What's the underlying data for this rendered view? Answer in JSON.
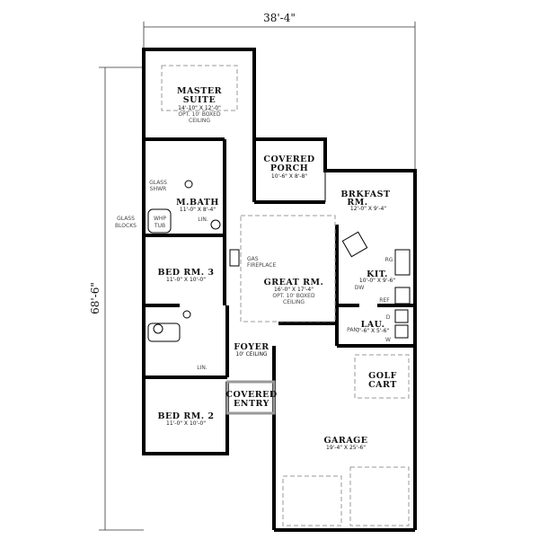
{
  "dimensions": {
    "width": "38'-4\"",
    "depth": "68'-6\""
  },
  "rooms": {
    "master_suite": {
      "name1": "MASTER",
      "name2": "SUITE",
      "size": "14'-10\" X 12'-0\"",
      "note1": "OPT. 10' BOXED",
      "note2": "CEILING"
    },
    "covered_porch": {
      "name1": "COVERED",
      "name2": "PORCH",
      "size": "10'-6\" X 8'-8\""
    },
    "brkfast": {
      "name1": "BRKFAST",
      "name2": "RM.",
      "size": "12'-0\" X 9'-4\""
    },
    "m_bath": {
      "name": "M.BATH",
      "size": "11'-0\" X 8'-4\""
    },
    "glass_shwr": {
      "l1": "GLASS",
      "l2": "SHWR"
    },
    "whp_tub": {
      "l1": "WHP",
      "l2": "TUB"
    },
    "glass_blocks": {
      "l1": "GLASS",
      "l2": "BLOCKS"
    },
    "bed_3": {
      "name": "BED RM. 3",
      "size": "11'-0\" X 10'-0\""
    },
    "gas_fireplace": {
      "l1": "GAS",
      "l2": "FIREPLACE"
    },
    "great_rm": {
      "name": "GREAT RM.",
      "size": "16'-0\" X 17'-4\"",
      "note1": "OPT. 10' BOXED",
      "note2": "CEILING"
    },
    "kit": {
      "name": "KIT.",
      "size": "10'-0\" X 9'-6\""
    },
    "lau": {
      "name": "LAU.",
      "size": "7'-6\" X 5'-6\""
    },
    "foyer": {
      "name": "FOYER",
      "note": "10' CEILING"
    },
    "covered_entry": {
      "name1": "COVERED",
      "name2": "ENTRY"
    },
    "bed_2": {
      "name": "BED RM. 2",
      "size": "11'-0\" X 10'-0\""
    },
    "golf_cart": {
      "name1": "GOLF",
      "name2": "CART"
    },
    "garage": {
      "name": "GARAGE",
      "size": "19'-4\" X 25'-6\""
    }
  },
  "fixtures": {
    "lin": "LIN.",
    "rg": "RG",
    "dw": "DW",
    "ref": "REF",
    "pan": "PAN",
    "d": "D",
    "w": "W"
  }
}
